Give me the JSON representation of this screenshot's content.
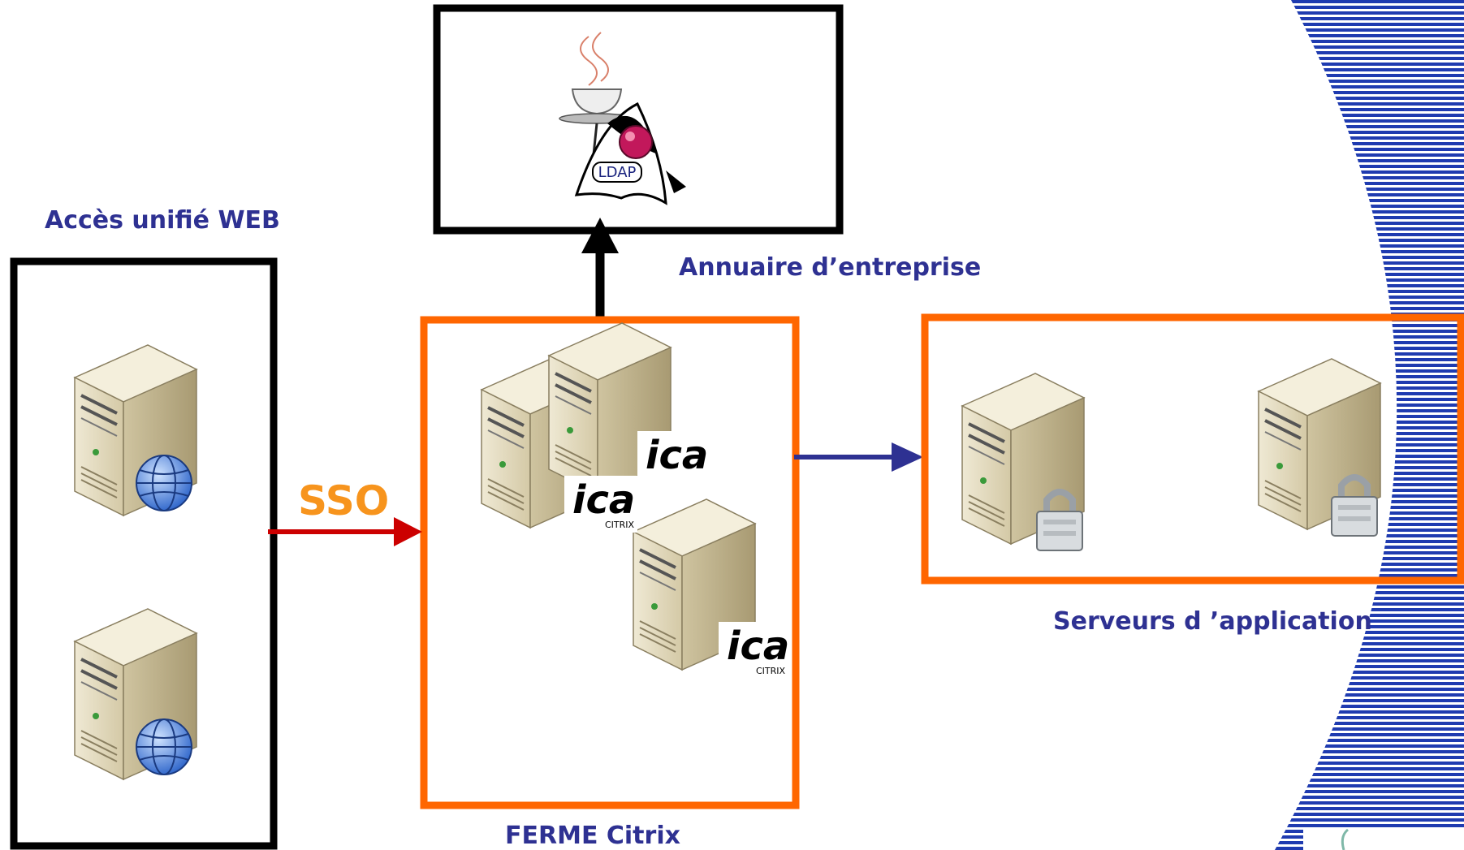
{
  "labels": {
    "web_access": "Accès unifié WEB",
    "directory": "Annuaire d’entreprise",
    "citrix_farm": "FERME Citrix",
    "app_servers": "Serveurs d ’application",
    "sso": "SSO",
    "ldap_badge": "LDAP",
    "ica_logo": "ica",
    "citrix_logo": "CITRIX"
  },
  "colors": {
    "frame_black": "#000000",
    "frame_orange": "#ff6600",
    "arrow_red": "#cc0000",
    "arrow_blue": "#2e3192",
    "label_blue": "#2e3192",
    "sso_orange": "#f7941d",
    "stripes_blue": "#1f3bb0"
  },
  "icons": {
    "web_server": "server-globe-icon",
    "citrix_server": "server-ica-icon",
    "app_server": "server-lock-icon",
    "ldap": "ldap-java-duke-icon"
  }
}
